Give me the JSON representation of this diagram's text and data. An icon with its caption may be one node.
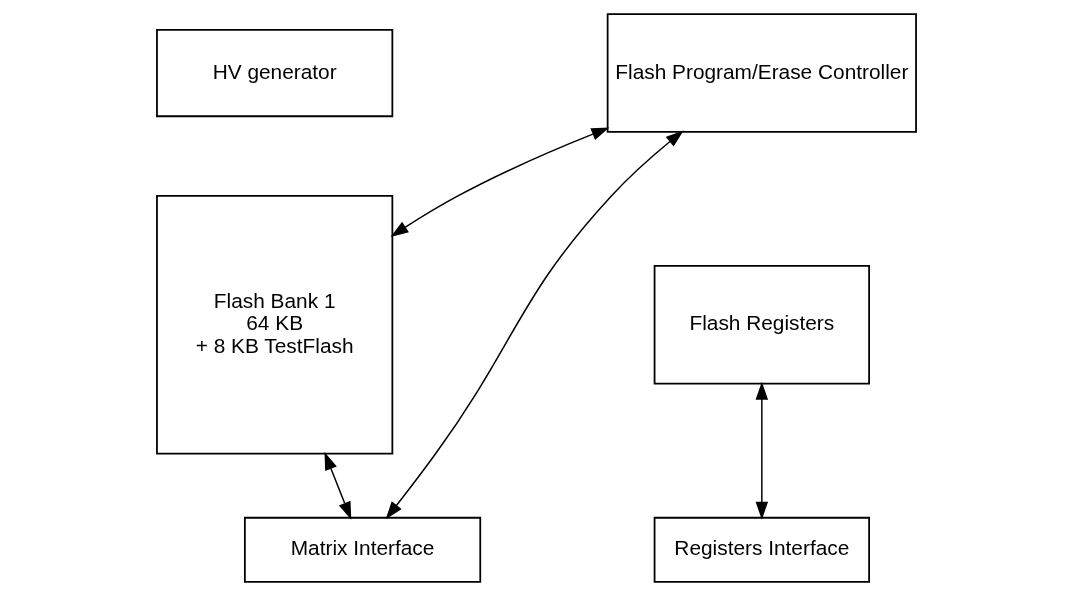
{
  "diagram": {
    "nodes": [
      {
        "text": [
          "HV generator"
        ]
      },
      {
        "text": [
          "Flash Bank 1",
          "64 KB",
          "+ 8 KB TestFlash"
        ]
      },
      {
        "text": [
          "Flash Program/Erase Controller"
        ]
      },
      {
        "text": [
          "Flash Registers"
        ]
      },
      {
        "text": [
          "Matrix Interface"
        ]
      },
      {
        "text": [
          "Registers Interface"
        ]
      }
    ],
    "edges": [
      {
        "from": 1,
        "to": 2,
        "arrow": "both"
      },
      {
        "from": 1,
        "to": 4,
        "arrow": "both"
      },
      {
        "from": 2,
        "to": 4,
        "arrow": "both"
      },
      {
        "from": 3,
        "to": 5,
        "arrow": "both"
      }
    ]
  }
}
